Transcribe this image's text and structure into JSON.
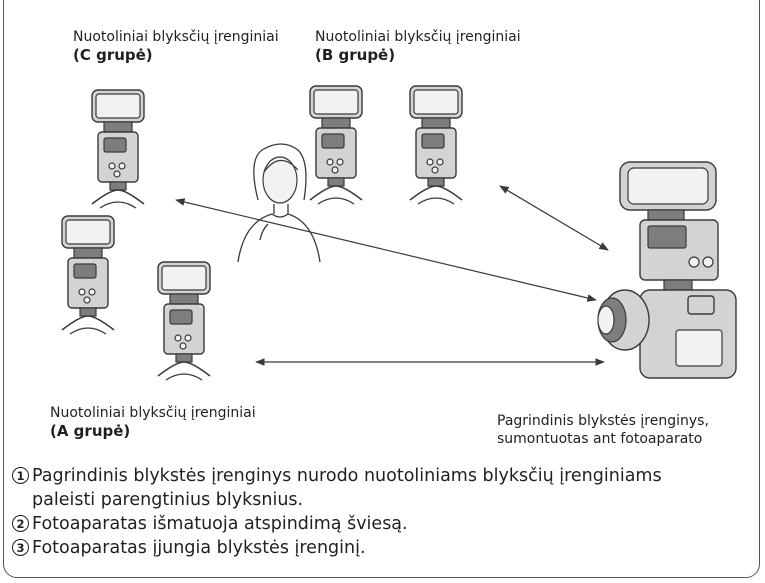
{
  "labels": {
    "group_c": {
      "line1": "Nuotoliniai blyksčių įrenginiai",
      "line2": "(C grupė)"
    },
    "group_b": {
      "line1": "Nuotoliniai blyksčių įrenginiai",
      "line2": "(B grupė)"
    },
    "group_a": {
      "line1": "Nuotoliniai blyksčių įrenginiai",
      "line2": "(A grupė)"
    },
    "master": {
      "line1": "Pagrindinis blykstės įrenginys,",
      "line2": "sumontuotas ant fotoaparato"
    }
  },
  "steps": [
    {
      "num": "1",
      "text": "Pagrindinis blykstės įrenginys nurodo nuotoliniams blyksčių įrenginiams paleisti parengtinius blyksnius."
    },
    {
      "num": "2",
      "text": "Fotoaparatas išmatuoja atspindimą šviesą."
    },
    {
      "num": "3",
      "text": "Fotoaparatas įjungia blykstės įrenginį."
    }
  ],
  "colors": {
    "stroke": "#3a3a3a",
    "body": "#d3d3d3",
    "text": "#231f20"
  },
  "icons": [
    "flash-unit-icon",
    "camera-with-flash-icon",
    "subject-woman-icon",
    "double-arrow-icon"
  ]
}
